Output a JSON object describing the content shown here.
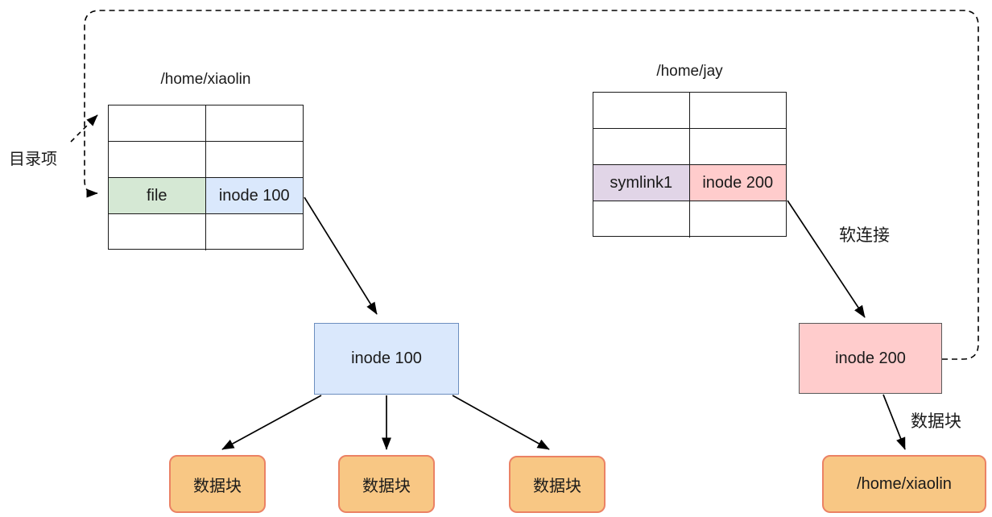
{
  "diagram": {
    "left_table": {
      "title": "/home/xiaolin",
      "entry_name": "file",
      "entry_inode": "inode 100",
      "empty_rows": 3
    },
    "right_table": {
      "title": "/home/jay",
      "entry_name": "symlink1",
      "entry_inode": "inode 200",
      "empty_rows": 3
    },
    "annotations": {
      "directory_entry": "目录项",
      "soft_link": "软连接",
      "data_block": "数据块"
    },
    "inode100_box": "inode 100",
    "inode200_box": "inode 200",
    "data_blocks": [
      "数据块",
      "数据块",
      "数据块"
    ],
    "symlink_target_box": "/home/xiaolin",
    "colors": {
      "file_cell_green": "#D5E8D4",
      "inode100_cell_blue": "#DAE8FC",
      "inode100_border_blue": "#6C8EBF",
      "symlink_cell_purple": "#E1D5E7",
      "inode200_cell_pink": "#FFCCCC",
      "inode200_border_gray": "#595959",
      "datablock_fill_orange": "#F8C784",
      "datablock_border_coral": "#EB8264",
      "line_black": "#000000"
    }
  }
}
